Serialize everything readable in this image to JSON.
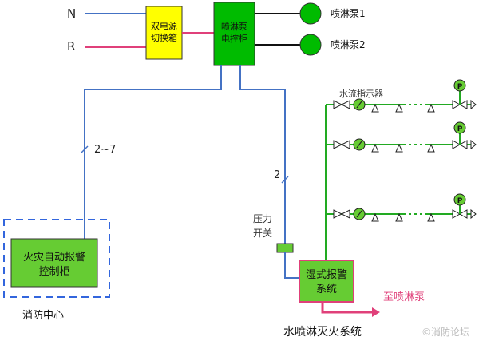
{
  "title": "水喷淋灭火系统",
  "lines": {
    "n": "N",
    "r": "R"
  },
  "boxes": {
    "switch": [
      "双电源",
      "切换箱"
    ],
    "pump_panel": [
      "喷淋泵",
      "电控柜"
    ],
    "fire_alarm": [
      "火灾自动报警",
      "控制柜"
    ],
    "wet_alarm": [
      "湿式报警",
      "系统"
    ]
  },
  "pumps": [
    "喷淋泵1",
    "喷淋泵2"
  ],
  "labels": {
    "water_flow": "水流指示器",
    "pressure_switch": [
      "压力",
      "开关"
    ],
    "wire_2_7": "2~7",
    "wire_2": "2",
    "fire_center": "消防中心",
    "to_pump": "至喷淋泵",
    "gauge": "P"
  },
  "watermark": "©消防论坛",
  "colors": {
    "blue": "#4472c4",
    "pink": "#e0407a",
    "green": "#22aa22",
    "box_green": "#00bb00",
    "switch_yellow": "#ffff00",
    "wet_fill": "#66cc33",
    "wet_border": "#e0407a",
    "dashed_blue": "#3366dd",
    "to_pump": "#e0407a"
  }
}
